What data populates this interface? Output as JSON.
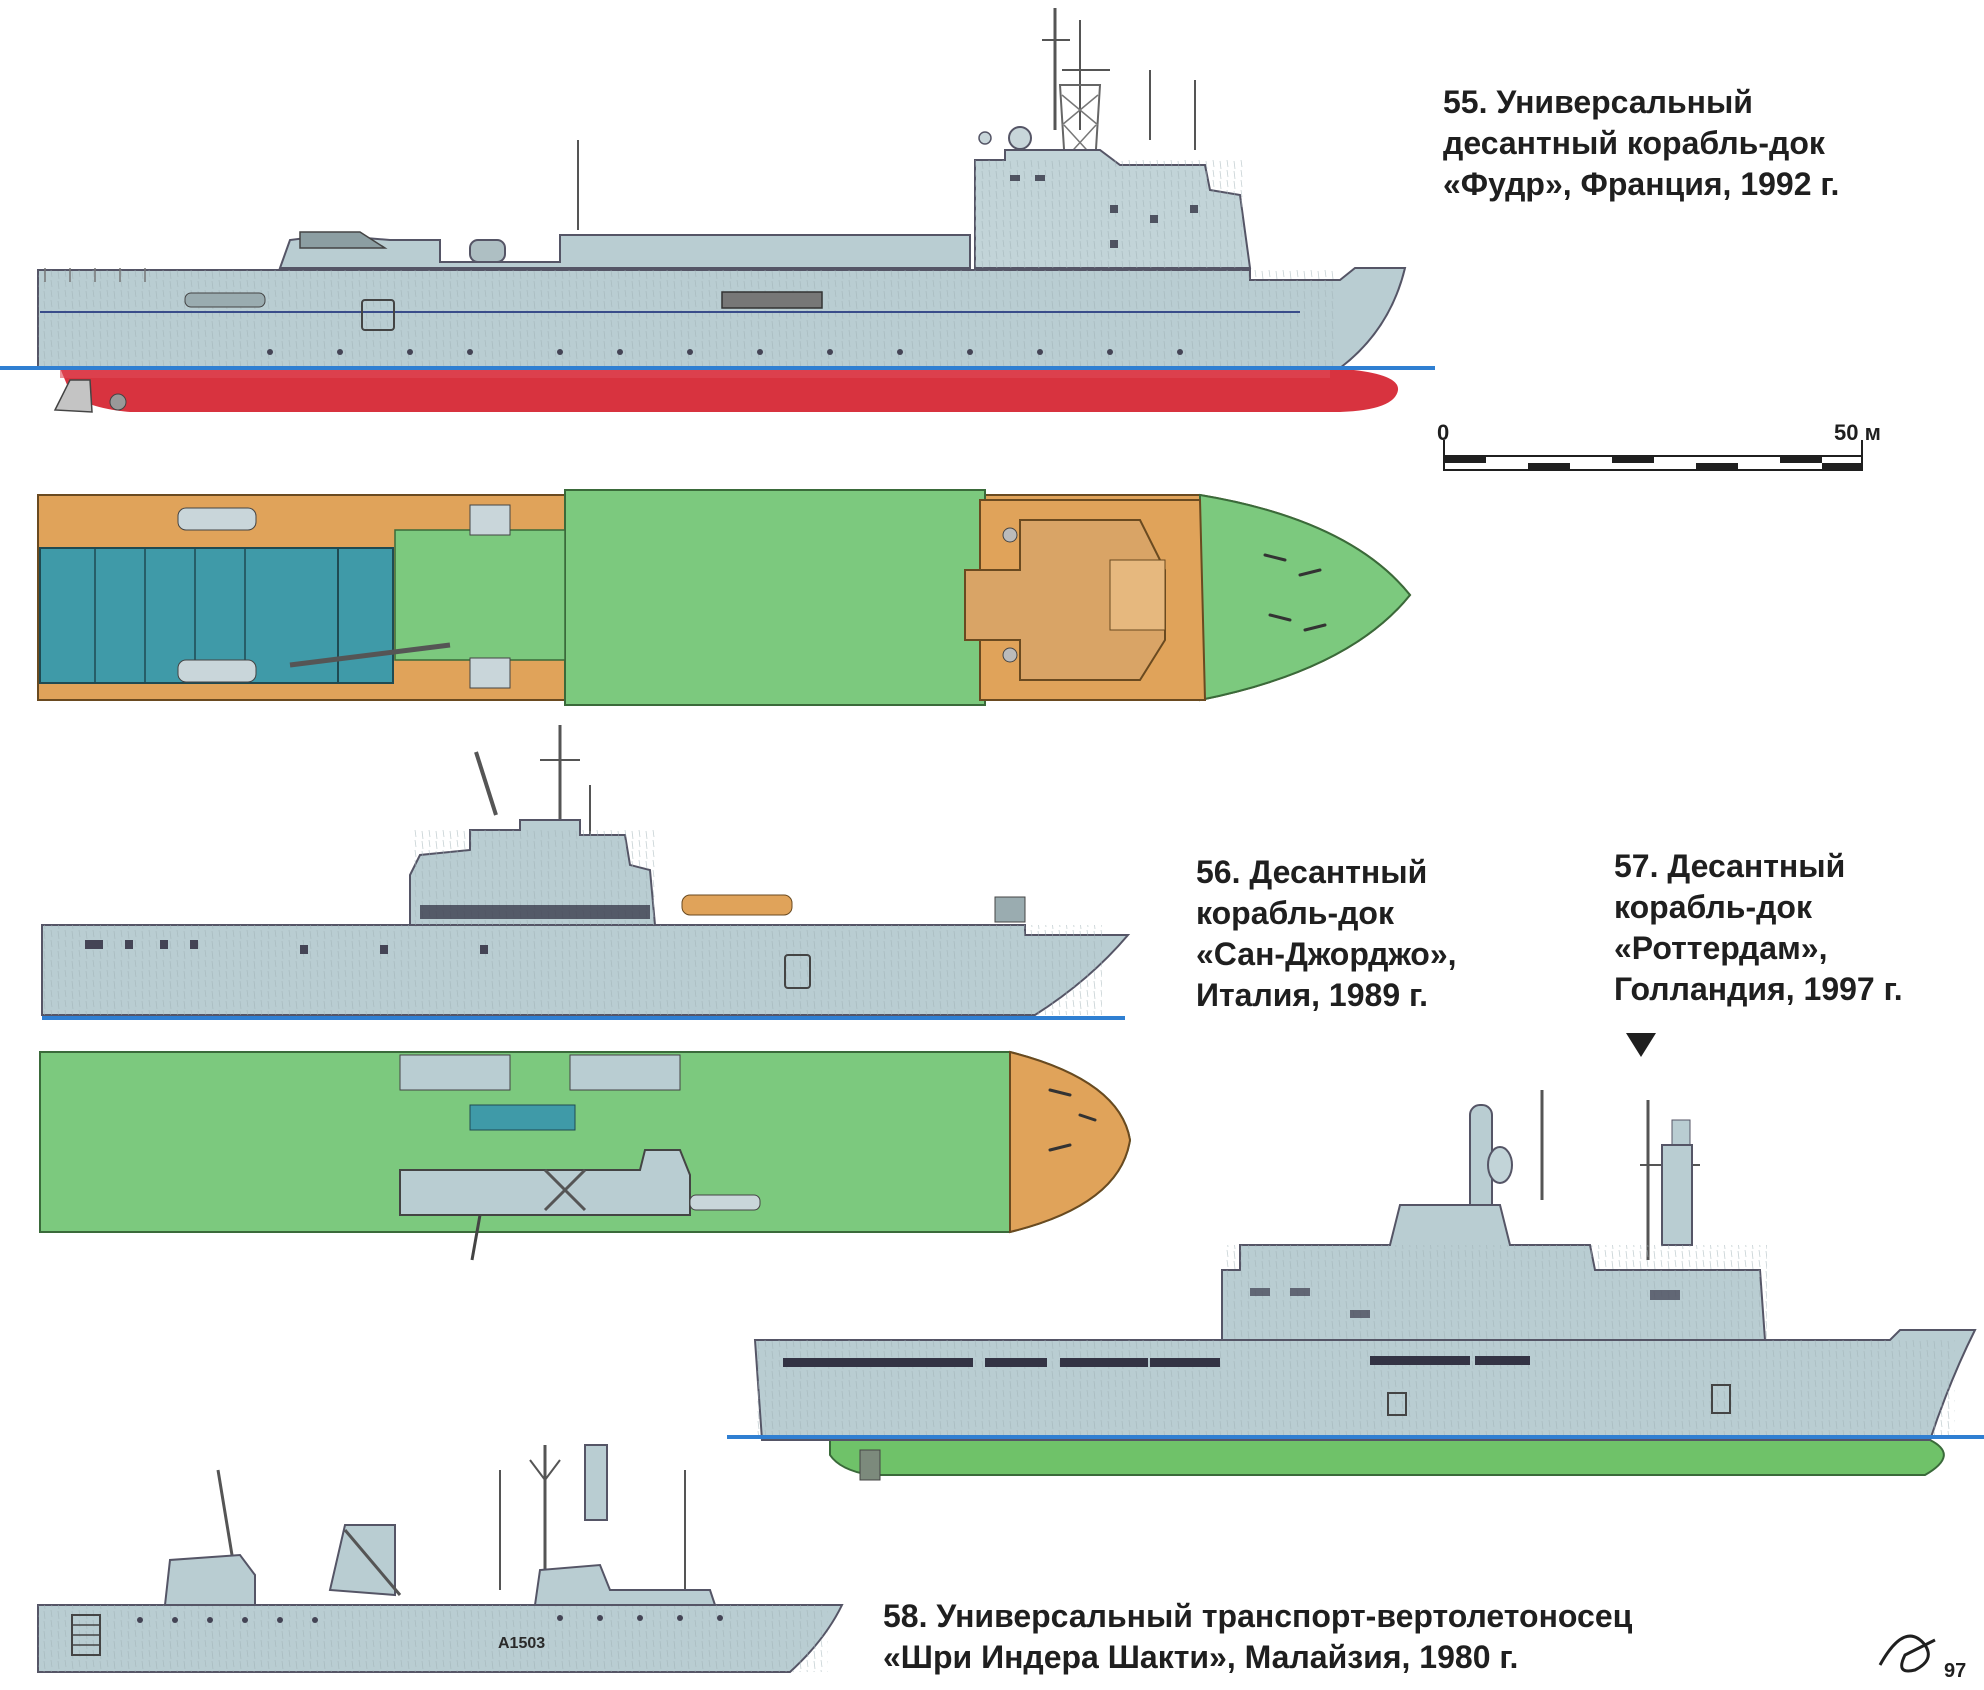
{
  "captions": {
    "ship55": {
      "line1": "55. Универсальный",
      "line2": "десантный корабль-док",
      "line3": "«Фудр», Франция, 1992 г."
    },
    "ship56": {
      "line1": "56. Десантный",
      "line2": "корабль-док",
      "line3": "«Сан-Джорджо»,",
      "line4": "Италия, 1989 г."
    },
    "ship57": {
      "line1": "57. Десантный",
      "line2": "корабль-док",
      "line3": "«Роттердам»,",
      "line4": "Голландия, 1997 г."
    },
    "ship58": {
      "line1": "58. Универсальный транспорт-вертолетоносец",
      "line2": "«Шри Индера Шакти», Малайзия, 1980 г."
    }
  },
  "scale": {
    "start": "0",
    "end": "50 м"
  },
  "hull_marking": "A1503",
  "page_number": "97",
  "colors": {
    "hull_grey": "#b9cdd2",
    "deck_green": "#7cc97e",
    "deck_orange": "#e0a35a",
    "hull_red": "#d8333f",
    "waterline": "#2f7fd2",
    "underwater_green": "#6fc269",
    "dock_teal": "#3f9aa8"
  }
}
